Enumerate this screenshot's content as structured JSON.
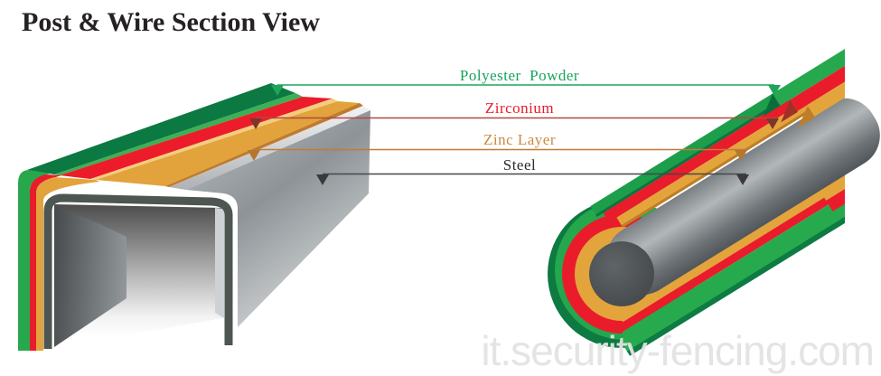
{
  "title": "Post & Wire Section View",
  "diagram": {
    "labels": [
      {
        "id": "polyester-powder",
        "text": "Polyester  Powder",
        "color": "#16a35c"
      },
      {
        "id": "zirconium",
        "text": "Zirconium",
        "color": "#e8192c"
      },
      {
        "id": "zinc-layer",
        "text": "Zinc Layer",
        "color": "#cd8a3f"
      },
      {
        "id": "steel",
        "text": "Steel",
        "color": "#2b2b2b"
      }
    ],
    "layer_colors": {
      "polyester_powder_bright": "#24a74d",
      "polyester_powder_dark": "#0c7a41",
      "zirconium": "#ea1c2b",
      "zinc_layer": "#e3a43c",
      "steel_light": "#b3b8bc",
      "steel_dark": "#51565a"
    }
  },
  "watermark": "it.security-fencing.com"
}
